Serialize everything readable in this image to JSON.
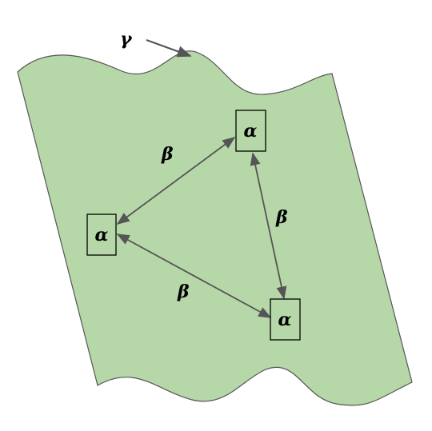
{
  "diagram": {
    "colors": {
      "surface_fill": "#b6d7a8",
      "surface_stroke": "#555555",
      "arrow": "#555555",
      "box_stroke": "#000000",
      "text": "#000000"
    },
    "surface_label": "γ",
    "nodes": [
      {
        "id": "top",
        "label": "α"
      },
      {
        "id": "left",
        "label": "α"
      },
      {
        "id": "bottom",
        "label": "α"
      }
    ],
    "edges": [
      {
        "from": "left",
        "to": "top",
        "label": "β",
        "bidirectional": true
      },
      {
        "from": "top",
        "to": "bottom",
        "label": "β",
        "bidirectional": true
      },
      {
        "from": "left",
        "to": "bottom",
        "label": "β",
        "bidirectional": true
      }
    ]
  }
}
